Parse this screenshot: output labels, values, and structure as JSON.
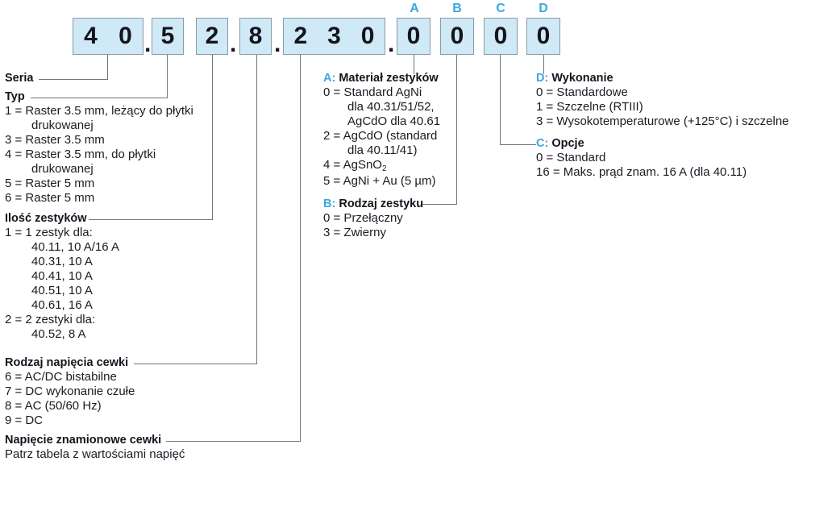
{
  "title": "Oznaczenie typu przekaznika 40-series",
  "colors": {
    "box_fill": "#cfe9f7",
    "box_border": "#8a9aa3",
    "accent": "#3aa9e0",
    "text": "#1b1b24",
    "line": "#6d7780"
  },
  "code": {
    "boxes": [
      {
        "id": "series",
        "digits": [
          "4",
          "0"
        ]
      },
      {
        "id": "type",
        "digits": [
          "5"
        ]
      },
      {
        "id": "contact-count",
        "digits": [
          "2"
        ]
      },
      {
        "id": "coil-voltage-kind",
        "digits": [
          "8"
        ]
      },
      {
        "id": "coil-rated-voltage",
        "digits": [
          "2",
          "3",
          "0"
        ]
      },
      {
        "id": "A",
        "digits": [
          "0"
        ]
      },
      {
        "id": "B",
        "digits": [
          "0"
        ]
      },
      {
        "id": "C",
        "digits": [
          "0"
        ]
      },
      {
        "id": "D",
        "digits": [
          "0"
        ]
      }
    ],
    "separators": [
      ".",
      ".",
      ".",
      "."
    ],
    "markers": [
      "A",
      "B",
      "C",
      "D"
    ]
  },
  "left": {
    "series": {
      "heading": "Seria"
    },
    "type": {
      "heading": "Typ",
      "rows": [
        "1 = Raster 3.5 mm, leżący do płytki",
        "drukowanej",
        "3 = Raster 3.5 mm",
        "4 = Raster 3.5 mm, do płytki",
        "drukowanej",
        "5 = Raster 5 mm",
        "6 = Raster 5 mm"
      ]
    },
    "contact_count": {
      "heading": "Ilość zestyków",
      "rows": [
        "1 = 1 zestyk dla:",
        "40.11, 10 A/16 A",
        "40.31, 10 A",
        "40.41, 10 A",
        "40.51, 10 A",
        "40.61, 16 A",
        "2 = 2 zestyki dla:",
        "40.52,   8 A"
      ]
    },
    "coil_voltage_kind": {
      "heading": "Rodzaj napięcia cewki",
      "rows": [
        "6 = AC/DC bistabilne",
        "7 = DC wykonanie czułe",
        "8 = AC (50/60 Hz)",
        "9 = DC"
      ]
    },
    "coil_rated_voltage": {
      "heading": "Napięcie znamionowe cewki",
      "rows": [
        "Patrz tabela z wartościami napięć"
      ]
    }
  },
  "middle": {
    "A": {
      "key": "A:",
      "heading": "Materiał zestyków",
      "rows": [
        "0 = Standard AgNi",
        "dla 40.31/51/52,",
        "AgCdO dla 40.61",
        "2 = AgCdO (standard",
        "dla 40.11/41)",
        "4 = AgSnO2",
        "5 = AgNi + Au (5 µm)"
      ]
    },
    "B": {
      "key": "B:",
      "heading": "Rodzaj zestyku",
      "rows": [
        "0 = Przełączny",
        "3 = Zwierny"
      ]
    }
  },
  "right": {
    "D": {
      "key": "D:",
      "heading": "Wykonanie",
      "rows": [
        "0 = Standardowe",
        "1 = Szczelne (RTIII)",
        "3 = Wysokotemperaturowe (+125°C) i szczelne"
      ]
    },
    "C": {
      "key": "C:",
      "heading": "Opcje",
      "rows": [
        "0 = Standard",
        "16 = Maks. prąd znam. 16 A (dla 40.11)"
      ]
    }
  }
}
